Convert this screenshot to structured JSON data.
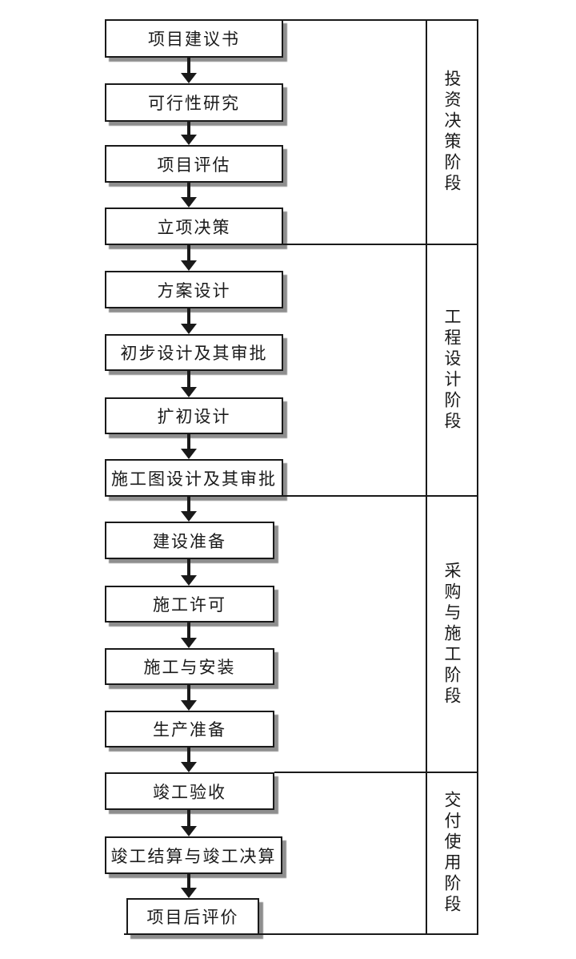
{
  "diagram": {
    "boxes": [
      {
        "label": "项目建议书"
      },
      {
        "label": "可行性研究"
      },
      {
        "label": "项目评估"
      },
      {
        "label": "立项决策"
      },
      {
        "label": "方案设计"
      },
      {
        "label": "初步设计及其审批"
      },
      {
        "label": "扩初设计"
      },
      {
        "label": "施工图设计及其审批"
      },
      {
        "label": "建设准备"
      },
      {
        "label": "施工许可"
      },
      {
        "label": "施工与安装"
      },
      {
        "label": "生产准备"
      },
      {
        "label": "竣工验收"
      },
      {
        "label": "竣工结算与竣工决算"
      },
      {
        "label": "项目后评价"
      }
    ],
    "phases": [
      {
        "label": "投资决策阶段"
      },
      {
        "label": "工程设计阶段"
      },
      {
        "label": "采购与施工阶段"
      },
      {
        "label": "交付使用阶段"
      }
    ]
  },
  "colors": {
    "line": "#1a1a1a",
    "shadow": "#8e8e8e",
    "background": "#ffffff",
    "text": "#1a1a1a"
  }
}
